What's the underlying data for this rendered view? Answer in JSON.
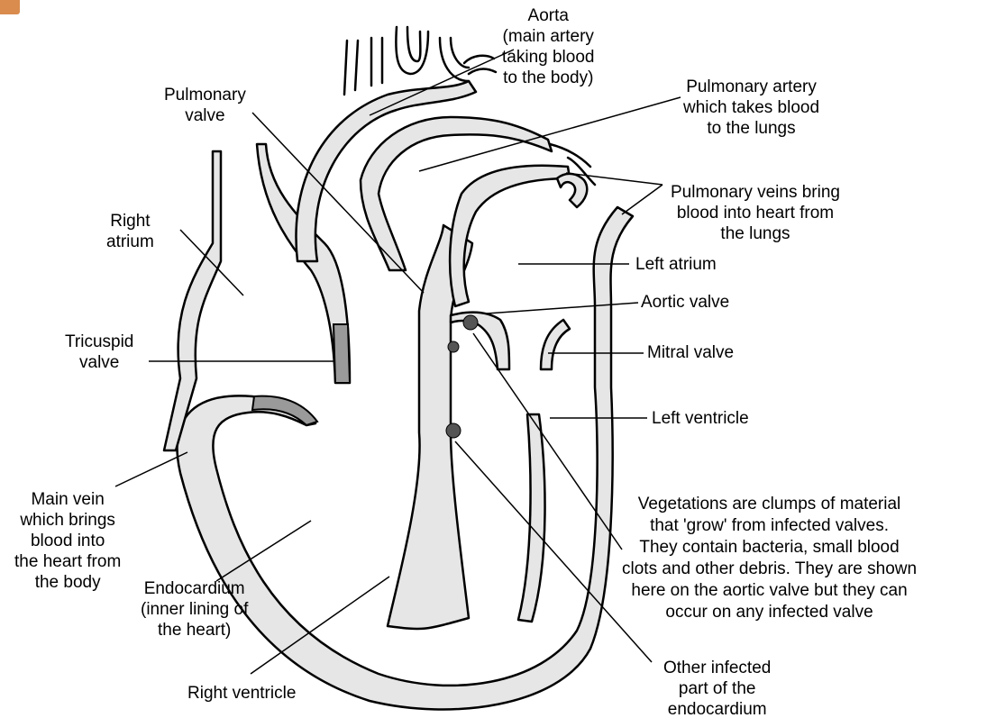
{
  "labels": {
    "aorta": "Aorta\n(main artery\ntaking blood\nto the body)",
    "pulmonary_valve": "Pulmonary\nvalve",
    "pulmonary_artery": "Pulmonary artery\nwhich takes blood\nto the lungs",
    "pulmonary_veins": "Pulmonary veins bring\nblood into heart from\nthe lungs",
    "right_atrium": "Right\natrium",
    "left_atrium": "Left atrium",
    "aortic_valve": "Aortic valve",
    "tricuspid_valve": "Tricuspid\nvalve",
    "mitral_valve": "Mitral valve",
    "left_ventricle": "Left ventricle",
    "main_vein": "Main vein\nwhich brings\nblood into\nthe heart from\nthe body",
    "vegetations": "Vegetations are clumps of material\nthat 'grow' from infected valves.\nThey contain bacteria, small blood\nclots and other debris. They are shown\nhere on the aortic valve but they can\noccur on any infected valve",
    "endocardium": "Endocardium\n(inner lining of\nthe heart)",
    "right_ventricle": "Right ventricle",
    "other_infected": "Other infected\npart of the\nendocardium"
  },
  "colors": {
    "wall_fill": "#e6e6e6",
    "valve_fill": "#9a9a9a",
    "vegetation": "#555555",
    "line": "#000000",
    "corner_accent": "#d98c4e"
  }
}
